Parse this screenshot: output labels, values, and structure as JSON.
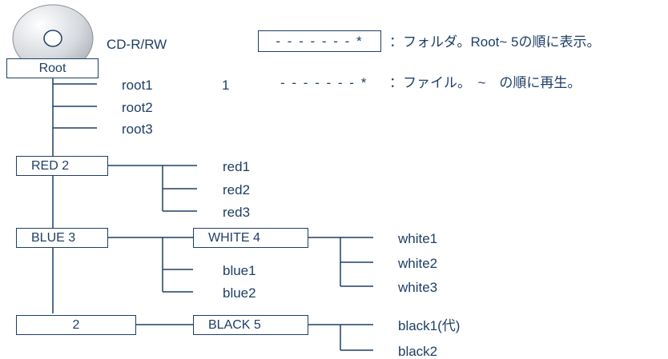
{
  "disc": {
    "label": "CD-R/RW",
    "icon": "cd-disc-icon"
  },
  "legend": {
    "folder_symbol": "- - - - - - - *",
    "folder_desc": "：フォルダ。Root~ 5の順に表示。",
    "file_symbol": "- - - - - - - *",
    "file_desc": "：ファイル。　~　の順に再生。"
  },
  "folders": {
    "root": "Root",
    "red": "RED 2",
    "blue": "BLUE 3",
    "white": "WHITE 4",
    "unnamed": "2",
    "black": "BLACK 5"
  },
  "files": {
    "root1": "root1",
    "root1_num": "1",
    "root2": "root2",
    "root3": "root3",
    "red1": "red1",
    "red2": "red2",
    "red3": "red3",
    "white1": "white1",
    "white2": "white2",
    "white3": "white3",
    "blue1": "blue1",
    "blue2": "blue2",
    "black1": "black1(代)",
    "black2": "black2"
  },
  "colors": {
    "stroke": "#1e3f66",
    "disc": "#c8ccd2"
  }
}
